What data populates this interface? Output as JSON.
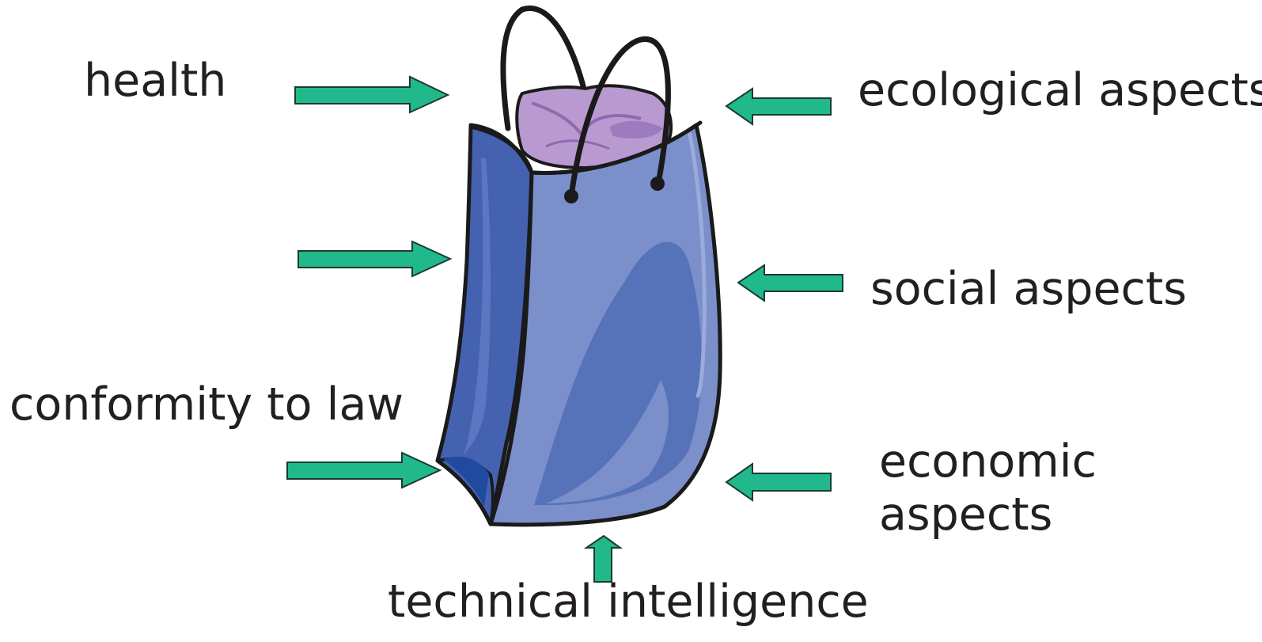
{
  "colors": {
    "arrow_fill": "#21b88c",
    "arrow_stroke": "#1b3b30",
    "bag_front": "#7b8fca",
    "bag_side": "#4462b0",
    "bag_shade": "#5672b9",
    "tissue": "#b89ad0",
    "outline": "#1a1a1a",
    "text": "#231f20"
  },
  "bag": {
    "icon": "shopping-bag-icon",
    "contents_icon": "tissue-paper-icon"
  },
  "labels": {
    "health": "health",
    "ecological": "ecological aspects",
    "social": "social aspects",
    "conformity": "conformity to law",
    "economic": "economic aspects",
    "technical": "technical intelligence"
  },
  "arrows": [
    {
      "name": "health-arrow",
      "direction": "right",
      "icon": "arrow-right-icon"
    },
    {
      "name": "middle-left-arrow",
      "direction": "right",
      "icon": "arrow-right-icon"
    },
    {
      "name": "conformity-arrow",
      "direction": "right",
      "icon": "arrow-right-icon"
    },
    {
      "name": "ecological-arrow",
      "direction": "left",
      "icon": "arrow-left-icon"
    },
    {
      "name": "social-arrow",
      "direction": "left",
      "icon": "arrow-left-icon"
    },
    {
      "name": "economic-arrow",
      "direction": "left",
      "icon": "arrow-left-icon"
    },
    {
      "name": "technical-arrow",
      "direction": "up",
      "icon": "arrow-up-icon"
    }
  ]
}
